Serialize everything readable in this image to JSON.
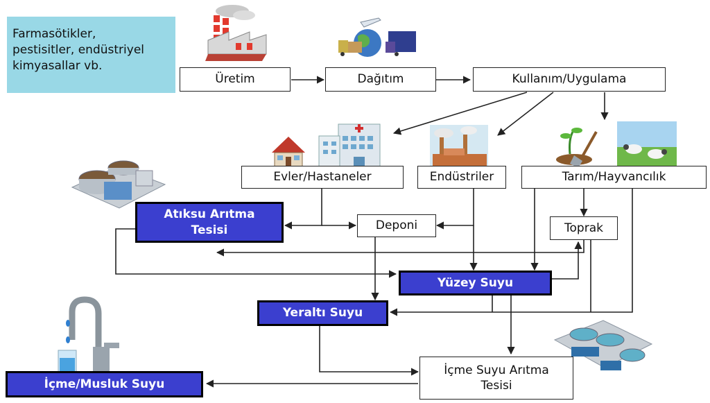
{
  "note": {
    "line1": "Farmasötikler,",
    "line2": "pestisitler, endüstriyel",
    "line3": "kimyasallar vb."
  },
  "nodes": {
    "uretim": "Üretim",
    "dagitim": "Dağıtım",
    "kullanim": "Kullanım/Uygulama",
    "evler": "Evler/Hastaneler",
    "endustriler": "Endüstriler",
    "tarim": "Tarım/Hayvancılık",
    "atiksu_line1": "Atıksu Arıtma",
    "atiksu_line2": "Tesisi",
    "deponi": "Deponi",
    "toprak": "Toprak",
    "yuzey": "Yüzey Suyu",
    "yeralti": "Yeraltı Suyu",
    "icme_line1": "İçme Suyu Arıtma",
    "icme_line2": "Tesisi",
    "musluk": "İçme/Musluk  Suyu"
  },
  "colors": {
    "dark_box": "#3b3fcf",
    "note_bg": "#99d8e6",
    "arrow": "#222222"
  },
  "icons": [
    "factory-icon",
    "distribution-icon",
    "house-icon",
    "hospital-icon",
    "industry-icon",
    "farming-icon",
    "livestock-icon",
    "wastewater-plant-icon",
    "water-tap-icon",
    "treatment-plant-icon"
  ]
}
